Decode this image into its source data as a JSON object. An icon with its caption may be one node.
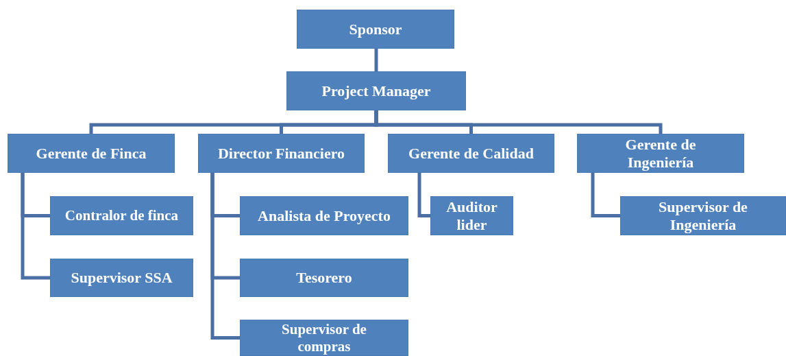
{
  "diagram": {
    "nodes": [
      {
        "text": [
          "Sponsor"
        ]
      },
      {
        "text": [
          "Project Manager"
        ]
      },
      {
        "text": [
          "Gerente de Finca"
        ]
      },
      {
        "text": [
          "Director Financiero"
        ]
      },
      {
        "text": [
          "Gerente de Calidad"
        ]
      },
      {
        "text": [
          "Gerente de Ingeniería"
        ]
      },
      {
        "text": [
          "Contralor de finca"
        ]
      },
      {
        "text": [
          "Supervisor SSA"
        ]
      },
      {
        "text": [
          "Analista de Proyecto"
        ]
      },
      {
        "text": [
          "Auditor lider"
        ]
      },
      {
        "text": [
          "Tesorero"
        ]
      },
      {
        "text": [
          "Supervisor de compras"
        ]
      },
      {
        "text": [
          "Supervisor de Ingeniería"
        ]
      }
    ],
    "edges": [
      {
        "from": 0,
        "to": 1,
        "arrow": "none"
      },
      {
        "from": 1,
        "to": 2,
        "arrow": "none"
      },
      {
        "from": 1,
        "to": 3,
        "arrow": "none"
      },
      {
        "from": 1,
        "to": 4,
        "arrow": "none"
      },
      {
        "from": 1,
        "to": 5,
        "arrow": "none"
      },
      {
        "from": 2,
        "to": 6,
        "arrow": "none"
      },
      {
        "from": 2,
        "to": 7,
        "arrow": "none"
      },
      {
        "from": 3,
        "to": 8,
        "arrow": "none"
      },
      {
        "from": 3,
        "to": 10,
        "arrow": "none"
      },
      {
        "from": 3,
        "to": 11,
        "arrow": "none"
      },
      {
        "from": 4,
        "to": 9,
        "arrow": "none"
      },
      {
        "from": 5,
        "to": 12,
        "arrow": "none"
      }
    ]
  }
}
